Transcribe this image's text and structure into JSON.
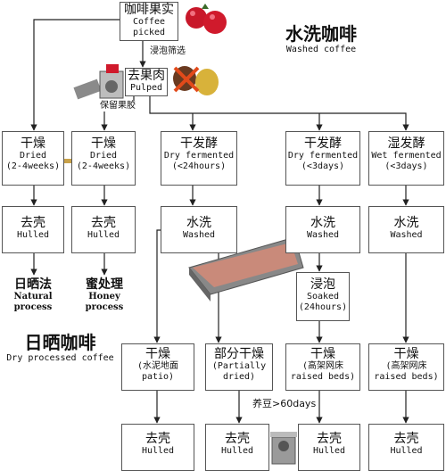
{
  "title": {
    "zh": "水洗咖啡",
    "en": "Washed coffee"
  },
  "dry_title": {
    "zh": "日晒咖啡",
    "en": "Dry processed coffee"
  },
  "picked": {
    "zh": "咖啡果实",
    "en": "Coffee\npicked"
  },
  "pulped": {
    "zh": "去果肉",
    "en": "Pulped"
  },
  "soak_screen": "浸泡筛选",
  "keep_mucilage": "保留果胶",
  "dried1": {
    "zh": "干燥",
    "en": "Dried\n(2-4weeks)"
  },
  "dried2": {
    "zh": "干燥",
    "en": "Dried\n(2-4weeks)"
  },
  "dry_ferm24": {
    "zh": "干发酵",
    "en": "Dry fermented\n(<24hours)"
  },
  "dry_ferm3": {
    "zh": "干发酵",
    "en": "Dry fermented\n(<3days)"
  },
  "wet_ferm3": {
    "zh": "湿发酵",
    "en": "Wet fermented\n(<3days)"
  },
  "hulled1": {
    "zh": "去壳",
    "en": "Hulled"
  },
  "hulled2": {
    "zh": "去壳",
    "en": "Hulled"
  },
  "washed1": {
    "zh": "水洗",
    "en": "Washed"
  },
  "washed2": {
    "zh": "水洗",
    "en": "Washed"
  },
  "washed3": {
    "zh": "水洗",
    "en": "Washed"
  },
  "natural": {
    "zh": "日晒法",
    "en": "Natural\nprocess"
  },
  "honey": {
    "zh": "蜜处理",
    "en": "Honey\nprocess"
  },
  "soaked": {
    "zh": "浸泡",
    "en": "Soaked\n(24hours)"
  },
  "dried_patio": {
    "zh": "干燥",
    "en": "(水泥地面\npatio)"
  },
  "partial_dried": {
    "zh": "部分干燥",
    "en": "(Partially\ndried)"
  },
  "dried_beds1": {
    "zh": "干燥",
    "en": "(高架网床\nraised beds)"
  },
  "dried_beds2": {
    "zh": "干燥",
    "en": "(高架网床\nraised beds)"
  },
  "rest_days": "养豆>60days",
  "hulled_b1": {
    "zh": "去壳",
    "en": "Hulled"
  },
  "hulled_b2": {
    "zh": "去壳",
    "en": "Hulled"
  },
  "hulled_b3": {
    "zh": "去壳",
    "en": "Hulled"
  },
  "hulled_b4": {
    "zh": "去壳",
    "en": "Hulled"
  },
  "colors": {
    "cherry": "#c8182a",
    "line": "#222222",
    "box_border": "#555555",
    "cross": "#e24a1a",
    "parchment": "#c98a7a"
  }
}
